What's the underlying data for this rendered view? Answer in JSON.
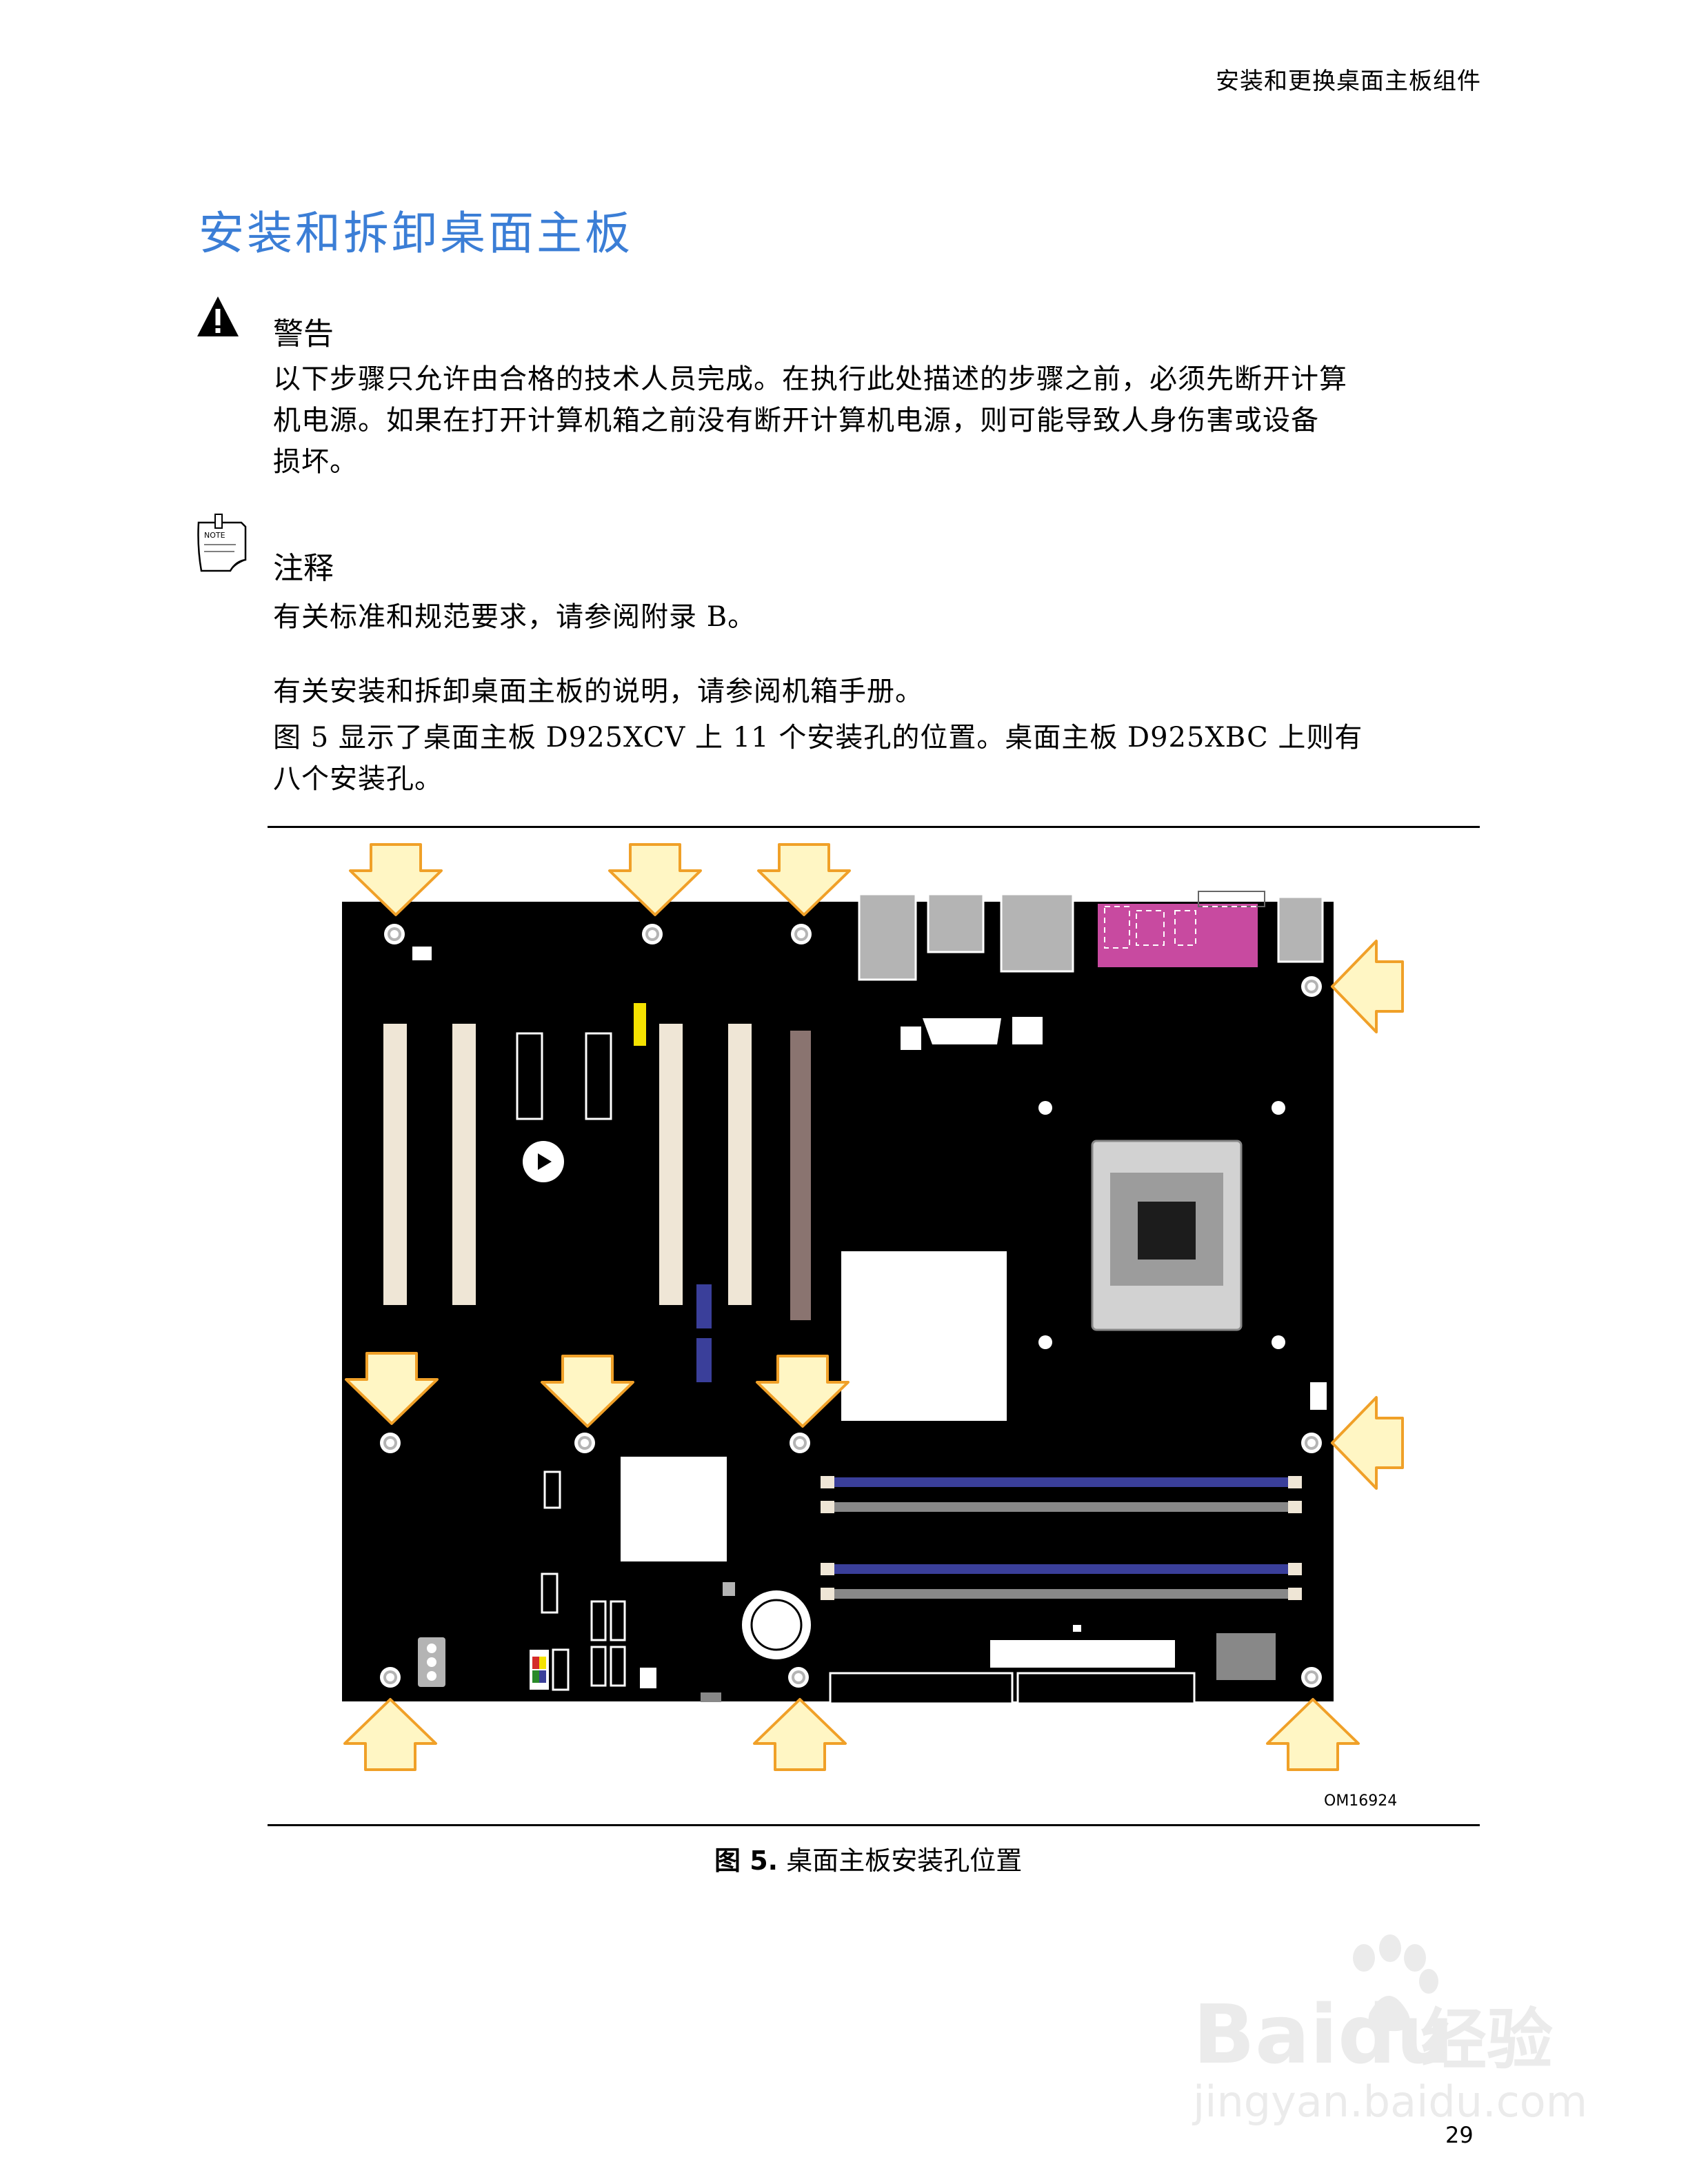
{
  "header": {
    "running_title": "安装和更换桌面主板组件"
  },
  "section": {
    "title": "安装和拆卸桌面主板"
  },
  "warning": {
    "icon": "warning-triangle-icon",
    "title": "警告",
    "lines": [
      "以下步骤只允许由合格的技术人员完成。在执行此处描述的步骤之前，必须先断开计算",
      "机电源。如果在打开计算机箱之前没有断开计算机电源，则可能导致人身伤害或设备",
      "损坏。"
    ]
  },
  "note": {
    "icon": "note-pad-icon",
    "icon_text": "NOTE",
    "title": "注释",
    "body": "有关标准和规范要求，请参阅附录 B。"
  },
  "paragraphs": {
    "p1": "有关安装和拆卸桌面主板的说明，请参阅机箱手册。",
    "p2_lines": [
      "图 5 显示了桌面主板 D925XCV 上 11 个安装孔的位置。桌面主板 D925XBC 上则有",
      "八个安装孔。"
    ]
  },
  "figure": {
    "id": "OM16924",
    "caption_label": "图 5.",
    "caption_text": "桌面主板安装孔位置",
    "colors": {
      "board": "#000000",
      "arrow_fill": "#fff6c4",
      "arrow_stroke": "#f0a028",
      "io_magenta": "#c84aa0",
      "dimm_blue": "#3a3f9a",
      "agp_brown": "#8a7470",
      "connector_gray": "#b4b4b4",
      "pci_slot": "#efe6d6"
    }
  },
  "watermark": {
    "brand": "Baidu",
    "cn": "经验",
    "url": "jingyan.baidu.com"
  },
  "footer": {
    "page_number": "29"
  }
}
